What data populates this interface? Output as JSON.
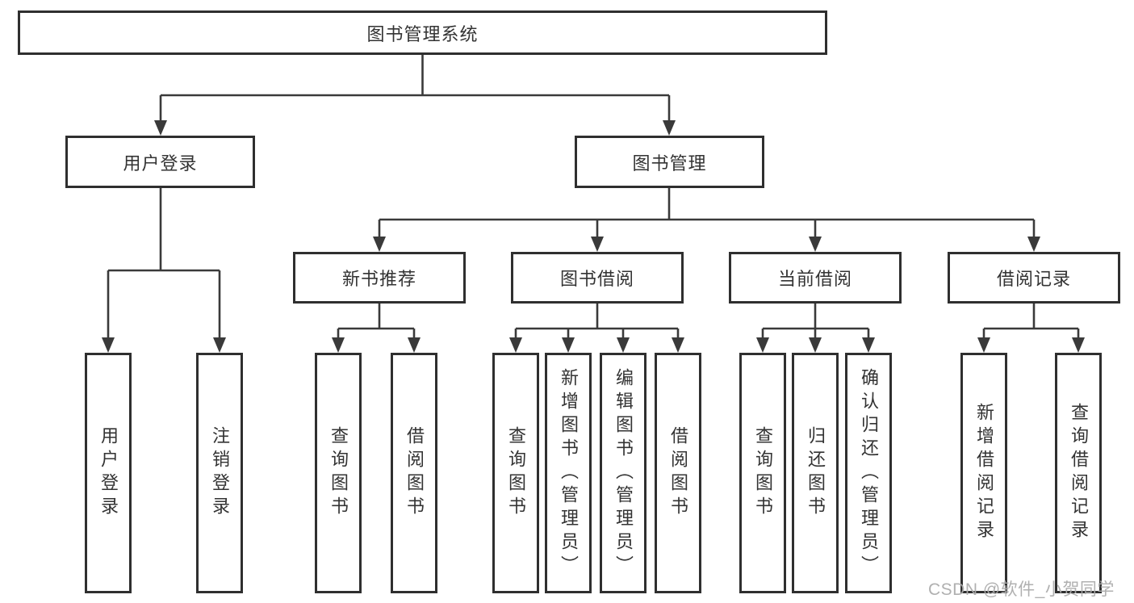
{
  "diagram": {
    "title": "图书管理系统",
    "level2": {
      "user_login": "用户登录",
      "book_management": "图书管理"
    },
    "level3": {
      "new_book_rec": "新书推荐",
      "book_borrow": "图书借阅",
      "current_borrow": "当前借阅",
      "borrow_records": "借阅记录"
    },
    "leaves": {
      "login": "用户登录",
      "logout": "注销登录",
      "rec_query_book": "查询图书",
      "rec_borrow_book": "借阅图书",
      "bb_query_book": "查询图书",
      "bb_add_book": "新增图书（管理员）",
      "bb_edit_book": "编辑图书（管理员）",
      "bb_borrow_book": "借阅图书",
      "cb_query_book": "查询图书",
      "cb_return_book": "归还图书",
      "cb_confirm_return": "确认归还（管理员）",
      "br_add_record": "新增借阅记录",
      "br_query_record": "查询借阅记录"
    }
  },
  "watermark": "CSDN @软件_小贺同学",
  "colors": {
    "line": "#3a3a3a",
    "border": "#2f2f2f",
    "text": "#333333",
    "watermark": "#acacac",
    "background": "#ffffff"
  }
}
